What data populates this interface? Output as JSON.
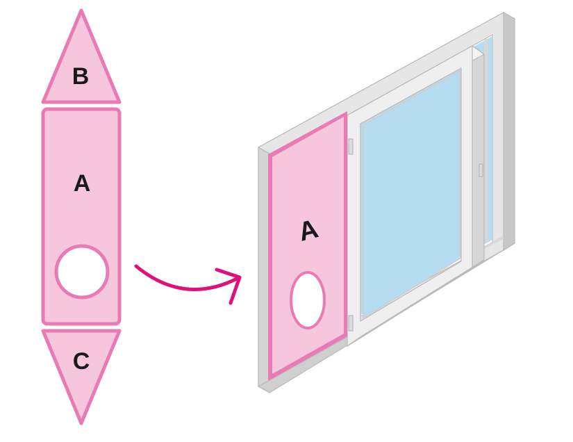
{
  "labels": {
    "triangle_top": "B",
    "panel_flat": "A",
    "triangle_bottom": "C",
    "panel_installed": "A"
  },
  "colors": {
    "panel_fill": "#f6c6dc",
    "panel_stroke": "#e87bb3",
    "arrow": "#e0107a",
    "frame_light": "#f2f2f2",
    "frame_mid": "#dcdcdc",
    "frame_dark": "#c8c8c8",
    "frame_outline": "#b9b9b9",
    "glass": "#b6dcf2"
  }
}
